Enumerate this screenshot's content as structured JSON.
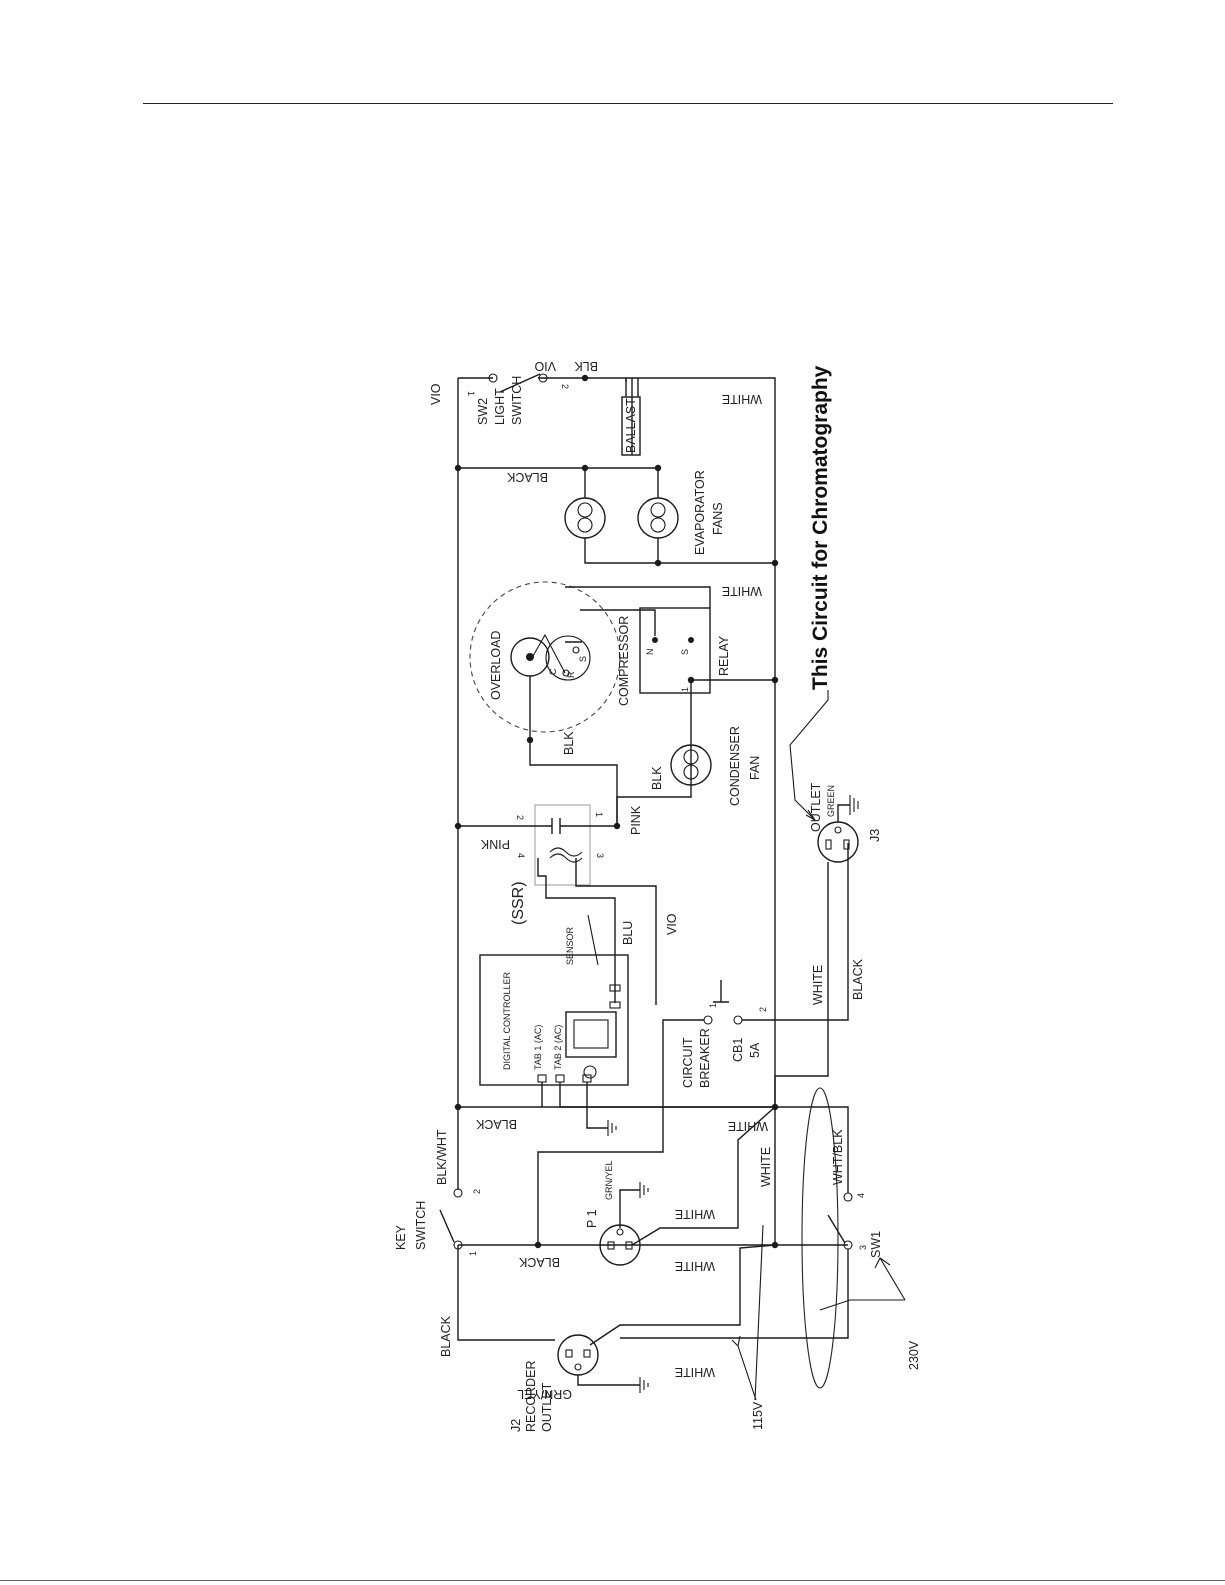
{
  "callout": "This Circuit for Chromatography",
  "components": {
    "key_switch": "KEY\nSWITCH",
    "sw2": "SW2\nLIGHT\nSWITCH",
    "ballast": "BALLAST",
    "evaporator_fans": "EVAPORATOR\nFANS",
    "overload": "OVERLOAD",
    "compressor": "COMPRESSOR",
    "relay": "RELAY",
    "condenser_fan": "CONDENSER\nFAN",
    "ssr": "(SSR)",
    "sensor": "SENSOR",
    "digital_controller": "DIGITAL  CONTROLLER",
    "tab1": "TAB 1 (AC)",
    "tab2": "TAB 2 (AC)",
    "circuit_breaker": "CIRCUIT\nBREAKER",
    "cb1": "CB1\n5A",
    "outlet": "OUTLET",
    "j3": "J3",
    "p1": "P 1",
    "sw1": "SW1",
    "j2": "J2\nRECORDER\nOUTLET"
  },
  "wire_labels": {
    "vio": "VIO",
    "blk": "BLK",
    "white": "WHITE",
    "black": "BLACK",
    "pink": "PINK",
    "blu": "BLU",
    "green": "GREEN",
    "grn_yel": "GRN/YEL",
    "blk_wht": "BLK/WHT",
    "wht_blk": "WHT/BLK"
  },
  "voltages": {
    "v115": "115V",
    "v230": "230V"
  },
  "terminals": {
    "t1": "1",
    "t2": "2",
    "t3": "3",
    "t4": "4",
    "c": "C",
    "r": "R",
    "s": "S",
    "n": "N"
  }
}
